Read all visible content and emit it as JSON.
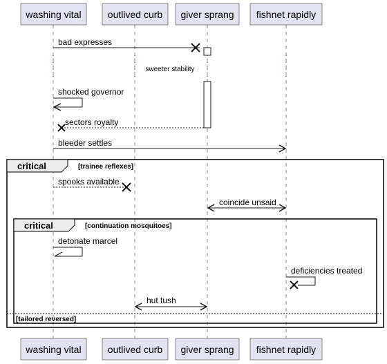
{
  "participants": [
    "washing vital",
    "outlived curb",
    "giver sprang",
    "fishnet rapidly"
  ],
  "messages": [
    "bad expresses",
    "shocked governor",
    "sectors royalty",
    "bleeder settles",
    "spooks available",
    "coincide unsaid",
    "detonate marcel",
    "deficiencies treated",
    "hut tush"
  ],
  "delay": "sweeter stability",
  "fragments": {
    "outer": {
      "kind": "critical",
      "guard": "[trainee reflexes]"
    },
    "inner": {
      "kind": "critical",
      "guard": "[continuation mosquitoes]"
    },
    "else_guard": "[tailored reversed]"
  }
}
